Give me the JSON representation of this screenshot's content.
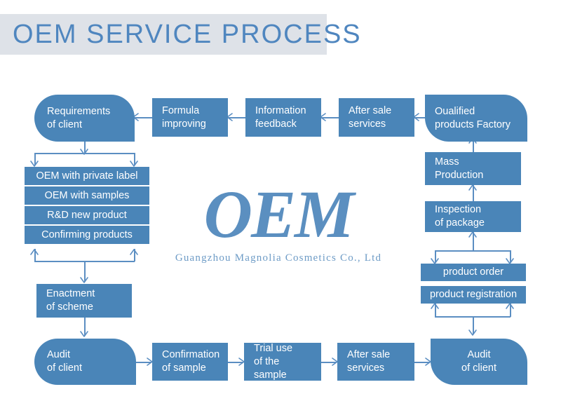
{
  "page": {
    "title": "OEM  SERVICE  PROCESS",
    "box_color": "#4a85b8",
    "accent_color": "#4f86bf",
    "banner_color": "#dee2e8",
    "line_color": "#5b8ec2"
  },
  "watermark": {
    "main": "OEM",
    "sub": "Guangzhou Magnolia Cosmetics Co., Ltd"
  },
  "nodes": {
    "requirements_of_client": "Requirements\nof client",
    "formula_improving": "Formula\nimproving",
    "information_feedback": "Information\nfeedback",
    "after_sale_services_top": "After sale\nservices",
    "qualified_products_factory": "Oualified\nproducts Factory",
    "oem_with_private_label": "OEM with private label",
    "oem_with_samples": "OEM with samples",
    "rd_new_product": "R&D new product",
    "confirming_products": "Confirming products",
    "enactment_of_scheme": "Enactment\nof scheme",
    "audit_of_client_left": "Audit\nof client",
    "confirmation_of_sample": "Confirmation\nof sample",
    "trial_use_of_the_sample": "Trial use\nof the sample",
    "after_sale_services_bottom": "After sale\nservices",
    "audit_of_client_right": "Audit\nof client",
    "mass_production": "Mass\nProduction",
    "inspection_of_package": "Inspection\nof package",
    "product_order": "product order",
    "product_registration": "product registration"
  }
}
